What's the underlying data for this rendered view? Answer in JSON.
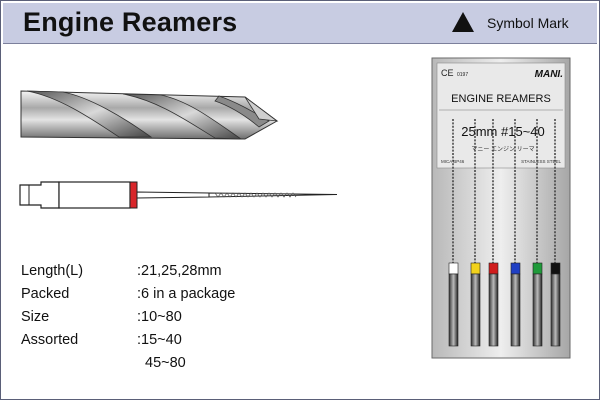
{
  "header": {
    "title": "Engine Reamers",
    "symbol_label": "Symbol Mark",
    "symbol_icon": "black-triangle"
  },
  "specs": [
    {
      "key": "Length(L)",
      "value": ":21,25,28mm"
    },
    {
      "key": "Packed",
      "value": ":6 in a package"
    },
    {
      "key": "Size",
      "value": ":10~80"
    },
    {
      "key": "Assorted",
      "value": ":15~40"
    }
  ],
  "specs_extra": "45~80",
  "package": {
    "ce": "CE",
    "ce_code": "0197",
    "brand": "MANI.",
    "product": "ENGINE REAMERS",
    "size_line": "25mm #15~40",
    "kana_line": "マニー  エンジン  リーマ",
    "tiny_left": "MICA BP46",
    "tiny_right": "STAINLESS STEEL",
    "handle_colors": [
      "#ffffff",
      "#f2d21c",
      "#d01c1c",
      "#1f3fc4",
      "#1f9a3a",
      "#111111"
    ]
  }
}
